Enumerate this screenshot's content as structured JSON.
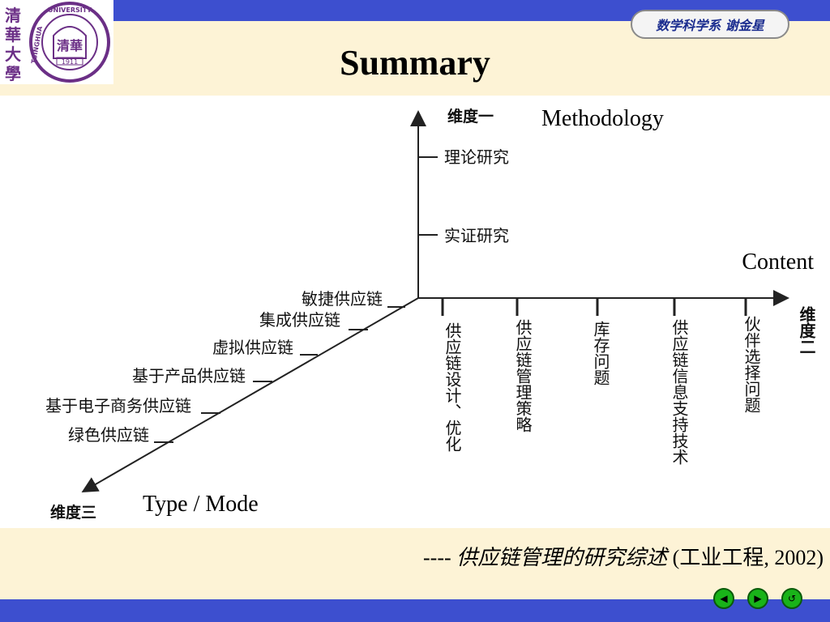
{
  "header": {
    "logo_text": "清華大學 TSINGHUA UNIVERSITY 1911",
    "department": "数学科学系 谢金星",
    "title": "Summary"
  },
  "diagram": {
    "dim1": {
      "label": "维度一",
      "english": "Methodology",
      "ticks": [
        "理论研究",
        "实证研究"
      ]
    },
    "dim2": {
      "label": "维度二",
      "english": "Content",
      "ticks": [
        "供应链设计、优化",
        "供应链管理策略",
        "库存问题",
        "供应链信息支持技术",
        "伙伴选择问题"
      ]
    },
    "dim3": {
      "label": "维度三",
      "english": "Type / Mode",
      "ticks": [
        "敏捷供应链",
        "集成供应链",
        "虚拟供应链",
        "基于产品供应链",
        "基于电子商务供应链",
        "绿色供应链"
      ]
    }
  },
  "citation": {
    "prefix": "---- ",
    "title": "供应链管理的研究综述",
    "source": " (工业工程, 2002)"
  },
  "nav": {
    "prev": "◀",
    "next": "▶",
    "return": "↺"
  },
  "colors": {
    "accent_blue": "#3d4fcf",
    "band": "#fdf3d6",
    "logo_purple": "#6b2f86",
    "nav_green": "#19b319"
  }
}
